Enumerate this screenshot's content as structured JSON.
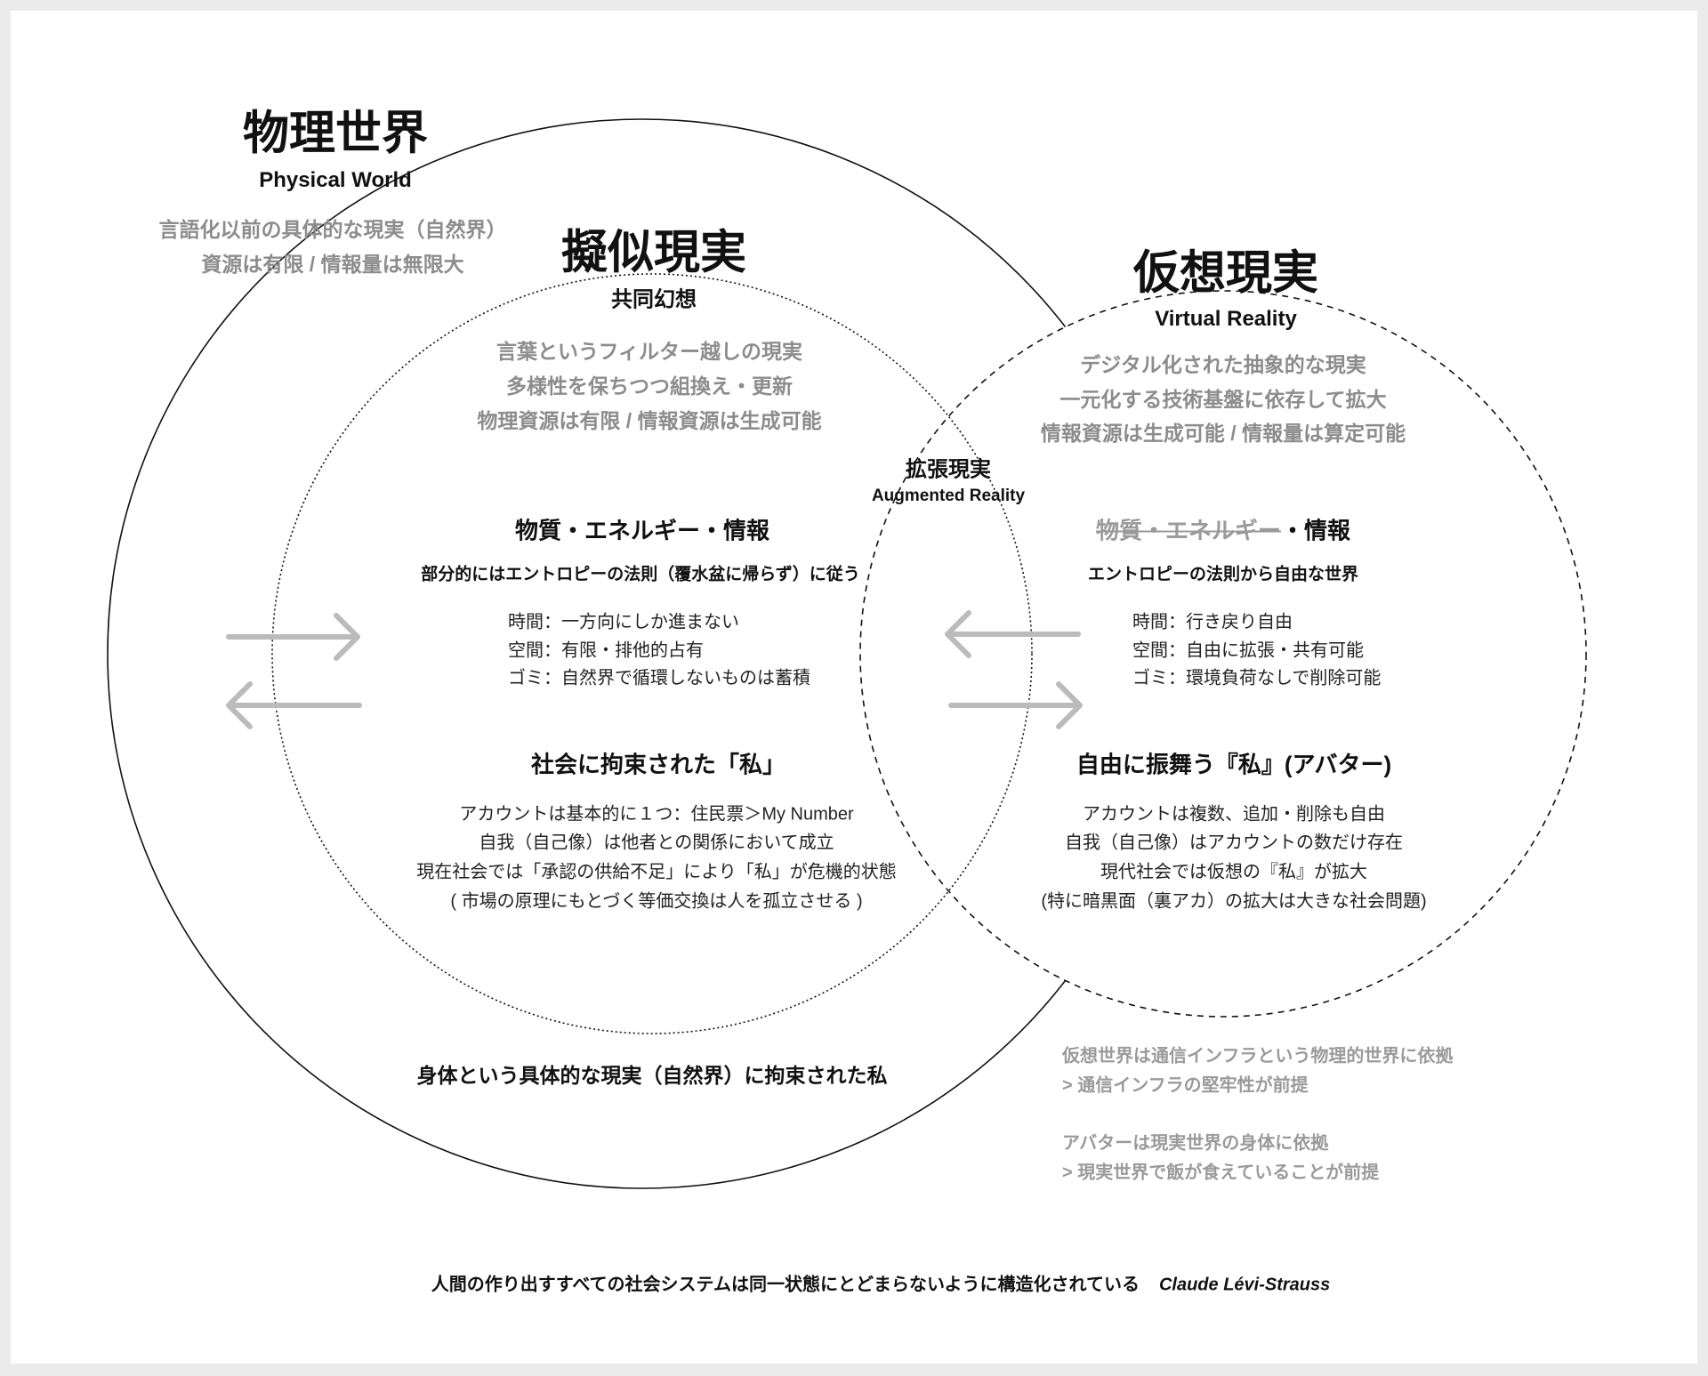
{
  "colors": {
    "background": "#ebebeb",
    "card": "#ffffff",
    "arrow": "#bbbbbb",
    "gray_text": "#8c8c8c"
  },
  "physical": {
    "title": "物理世界",
    "subtitle": "Physical World",
    "lines": [
      "言語化以前の具体的な現実（自然界）",
      "資源は有限 / 情報量は無限大"
    ],
    "bottom": "身体という具体的な現実（自然界）に拘束された私"
  },
  "pseudo": {
    "title": "擬似現実",
    "subtitle": "共同幻想",
    "lines": [
      "言葉というフィルター越しの現実",
      "多様性を保ちつつ組換え・更新",
      "物理資源は有限 / 情報資源は生成可能"
    ],
    "heading": "物質・エネルギー・情報",
    "law": "部分的にはエントロピーの法則（覆水盆に帰らず）に従う",
    "props": [
      "時間：一方向にしか進まない",
      "空間：有限・排他的占有",
      "ゴミ：自然界で循環しないものは蓄積"
    ],
    "self_heading": "社会に拘束された「私」",
    "self_lines": [
      "アカウントは基本的に１つ：住民票＞My Number",
      "自我（自己像）は他者との関係において成立",
      "現在社会では「承認の供給不足」により「私」が危機的状態",
      "( 市場の原理にもとづく等価交換は人を孤立させる )"
    ]
  },
  "augmented": {
    "title": "拡張現実",
    "subtitle": "Augmented Reality"
  },
  "virtual": {
    "title": "仮想現実",
    "subtitle": "Virtual Reality",
    "lines": [
      "デジタル化された抽象的な現実",
      "一元化する技術基盤に依存して拡大",
      "情報資源は生成可能 / 情報量は算定可能"
    ],
    "heading_struck": "物質・エネルギー",
    "heading_rest": "・情報",
    "law": "エントロピーの法則から自由な世界",
    "props": [
      "時間：行き戻り自由",
      "空間：自由に拡張・共有可能",
      "ゴミ：環境負荷なしで削除可能"
    ],
    "self_heading": "自由に振舞う『私』(アバター)",
    "self_lines": [
      "アカウントは複数、追加・削除も自由",
      "自我（自己像）はアカウントの数だけ存在",
      "現代社会では仮想の『私』が拡大",
      "(特に暗黒面（裏アカ）の拡大は大きな社会問題)"
    ]
  },
  "notes": [
    "仮想世界は通信インフラという物理的世界に依拠",
    "> 通信インフラの堅牢性が前提",
    "アバターは現実世界の身体に依拠",
    "> 現実世界で飯が食えていることが前提"
  ],
  "footer": {
    "quote": "人間の作り出すすべての社会システムは同一状態にとどまらないように構造化されている",
    "author": "Claude Lévi-Strauss"
  }
}
